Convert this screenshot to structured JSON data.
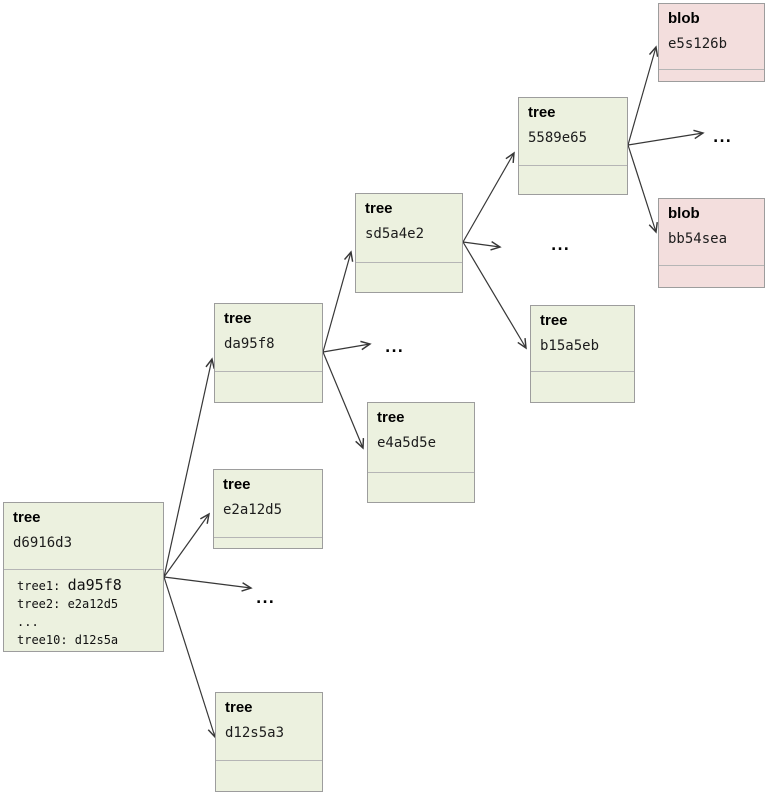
{
  "diagram": {
    "kind": "git-object-graph",
    "colors": {
      "tree_fill": "#ecf1df",
      "blob_fill": "#f3dedd",
      "node_border": "#9d9d9d",
      "separator": "#b5b5b5",
      "arrow": "#373737",
      "text": "#000000"
    },
    "nodes": [
      {
        "type": "tree",
        "type_label": "tree",
        "hash": "d6916d3",
        "entries": {
          "line1_label": "tree1: ",
          "line1_value": "da95f8",
          "line2": "tree2: e2a12d5",
          "line3": "...",
          "line4": "tree10: d12s5a"
        }
      },
      {
        "type": "tree",
        "type_label": "tree",
        "hash": "da95f8"
      },
      {
        "type": "tree",
        "type_label": "tree",
        "hash": "e2a12d5"
      },
      {
        "type": "tree",
        "type_label": "tree",
        "hash": "d12s5a3"
      },
      {
        "type": "tree",
        "type_label": "tree",
        "hash": "sd5a4e2"
      },
      {
        "type": "tree",
        "type_label": "tree",
        "hash": "e4a5d5e"
      },
      {
        "type": "tree",
        "type_label": "tree",
        "hash": "5589e65"
      },
      {
        "type": "tree",
        "type_label": "tree",
        "hash": "b15a5eb"
      },
      {
        "type": "blob",
        "type_label": "blob",
        "hash": "e5s126b"
      },
      {
        "type": "blob",
        "type_label": "blob",
        "hash": "bb54sea"
      }
    ],
    "ellipses": [
      "...",
      "...",
      "...",
      "..."
    ],
    "edges": [
      {
        "from": "d6916d3",
        "to": "da95f8"
      },
      {
        "from": "d6916d3",
        "to": "e2a12d5"
      },
      {
        "from": "d6916d3",
        "to": "..."
      },
      {
        "from": "d6916d3",
        "to": "d12s5a3"
      },
      {
        "from": "da95f8",
        "to": "sd5a4e2"
      },
      {
        "from": "da95f8",
        "to": "..."
      },
      {
        "from": "da95f8",
        "to": "e4a5d5e"
      },
      {
        "from": "sd5a4e2",
        "to": "5589e65"
      },
      {
        "from": "sd5a4e2",
        "to": "..."
      },
      {
        "from": "sd5a4e2",
        "to": "b15a5eb"
      },
      {
        "from": "5589e65",
        "to": "e5s126b"
      },
      {
        "from": "5589e65",
        "to": "..."
      },
      {
        "from": "5589e65",
        "to": "bb54sea"
      }
    ]
  }
}
